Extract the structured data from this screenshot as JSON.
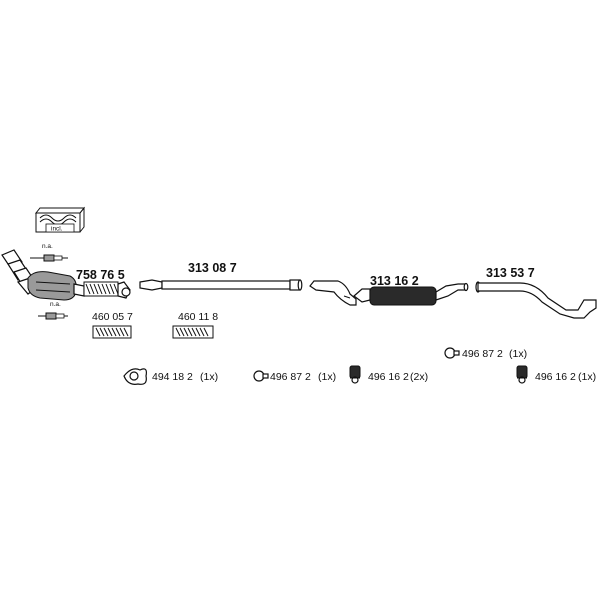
{
  "diagram": {
    "kit_box_label": "incl.",
    "na_label_top": "n.a.",
    "na_label_bottom": "n.a.",
    "parts": {
      "front_pipe": "758 76 5",
      "mid_section": "313 08 7",
      "middle_silencer": "313 16 2",
      "rear_pipe": "313 53 7",
      "flex_pipe_1": "460 05 7",
      "flex_pipe_2": "460 11 8"
    },
    "accessories": {
      "gasket": {
        "number": "494 18 2",
        "qty": "(1x)"
      },
      "clamp_ring_1": {
        "number": "496 87 2",
        "qty": "(1x)"
      },
      "rubber_mount_1": {
        "number": "496 16 2",
        "qty": "(2x)"
      },
      "clamp_ring_2": {
        "number": "496 87 2",
        "qty": "(1x)"
      },
      "rubber_mount_2": {
        "number": "496 16 2",
        "qty": "(1x)"
      }
    }
  }
}
